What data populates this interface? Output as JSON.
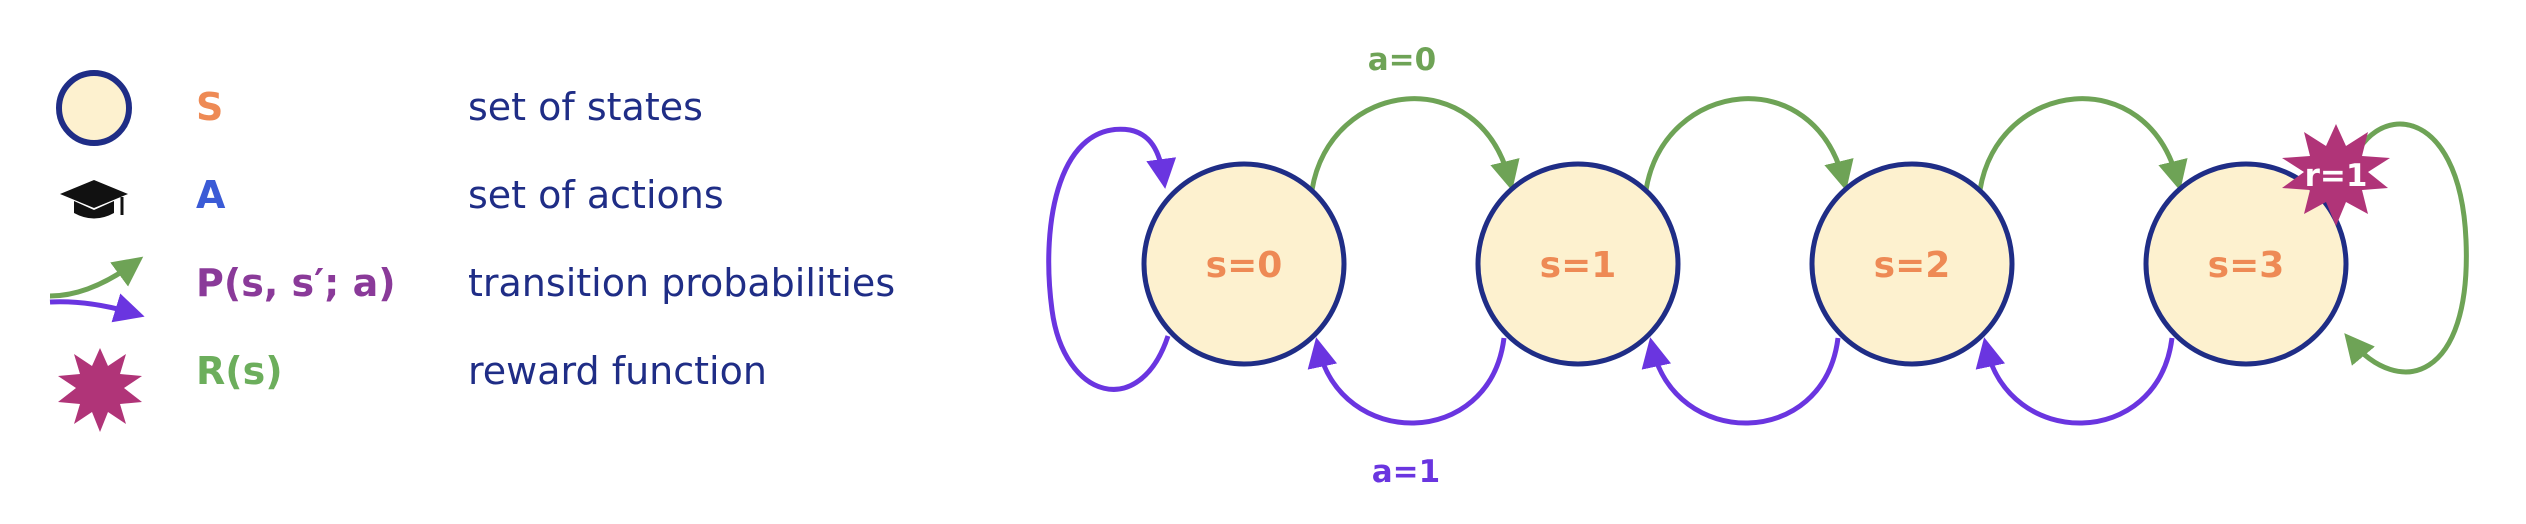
{
  "legend": [
    {
      "symbol": "S",
      "description": "set of states",
      "icon": "state-circle-icon",
      "color": "#ee8a55"
    },
    {
      "symbol": "A",
      "description": "set of actions",
      "icon": "graduation-cap-icon",
      "color": "#3b5bd6"
    },
    {
      "symbol": "P(s, s′; a)",
      "description": "transition probabilities",
      "icon": "transition-arrows-icon",
      "color": "#8a3a99"
    },
    {
      "symbol": "R(s)",
      "description": "reward function",
      "icon": "reward-starburst-icon",
      "color": "#6cae5c"
    }
  ],
  "states": [
    {
      "label": "s=0"
    },
    {
      "label": "s=1"
    },
    {
      "label": "s=2"
    },
    {
      "label": "s=3"
    }
  ],
  "actions": {
    "forward": {
      "label": "a=0",
      "color": "#6ea356"
    },
    "backward": {
      "label": "a=1",
      "color": "#6a35e0"
    }
  },
  "reward": {
    "label": "r=1",
    "color": "#b03478",
    "state_index": 3
  },
  "colors": {
    "state_fill": "#fdf1cf",
    "state_stroke": "#1f2d86",
    "text_dark": "#1f2d86",
    "state_text": "#ee8a55"
  }
}
